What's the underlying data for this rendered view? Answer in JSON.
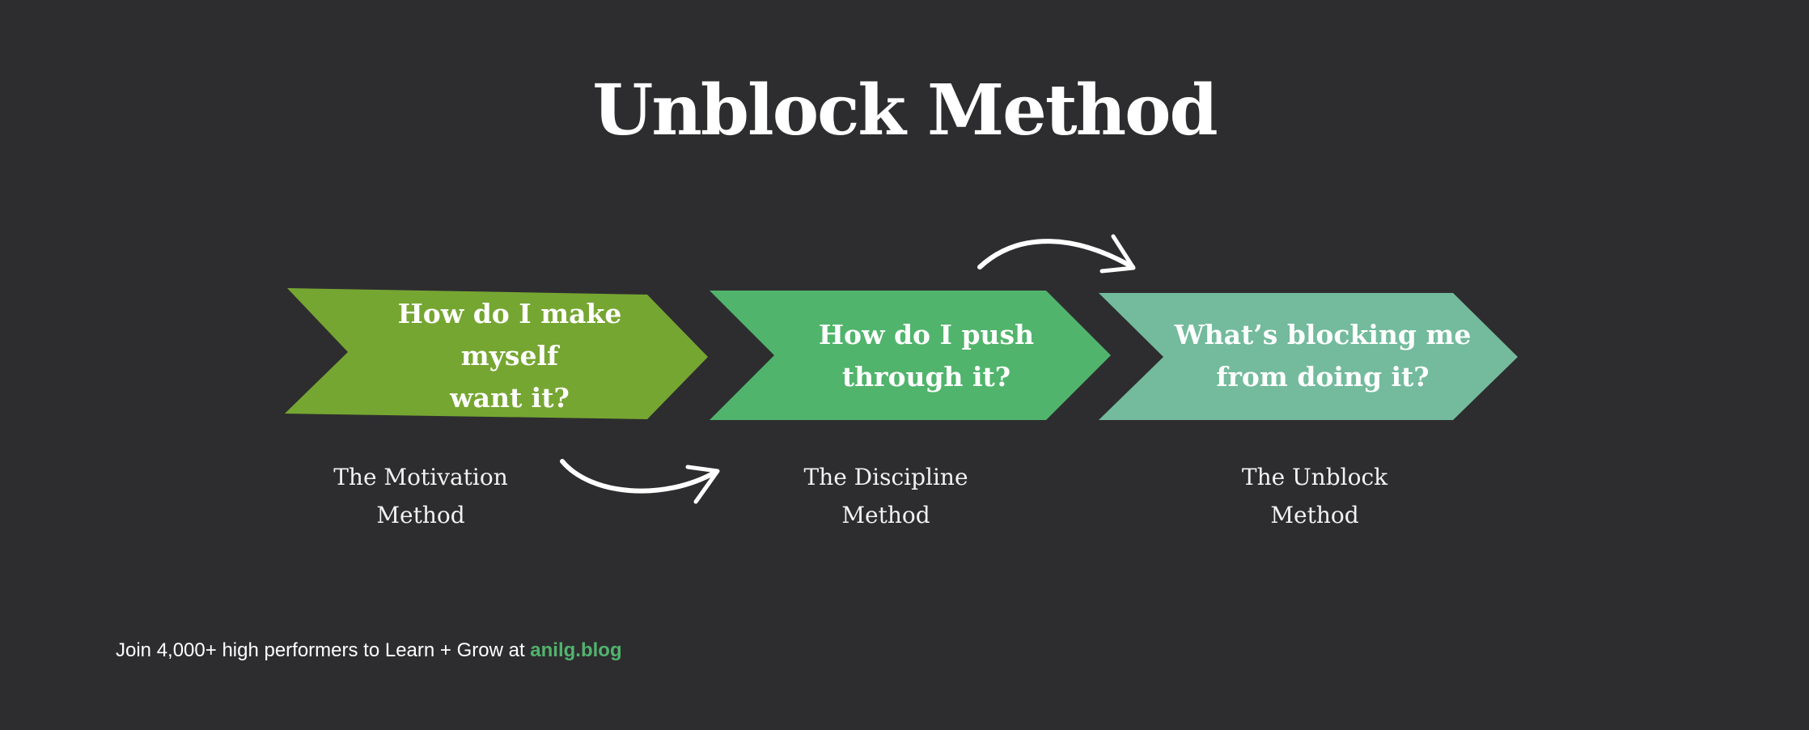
{
  "title": "Unblock Method",
  "steps": [
    {
      "question_line1": "How do I make myself",
      "question_line2": "want it?",
      "method_line1": "The Motivation",
      "method_line2": "Method",
      "color": "#76a632"
    },
    {
      "question_line1": "How do I push",
      "question_line2": "through it?",
      "method_line1": "The Discipline",
      "method_line2": "Method",
      "color": "#51b46c"
    },
    {
      "question_line1": "What’s blocking me",
      "question_line2": "from doing it?",
      "method_line1": "The Unblock",
      "method_line2": "Method",
      "color": "#73bb9c"
    }
  ],
  "footer": {
    "text": "Join 4,000+ high performers to Learn + Grow at ",
    "link": "anilg.blog",
    "link_color": "#52b36d"
  },
  "background_color": "#2d2d2f"
}
